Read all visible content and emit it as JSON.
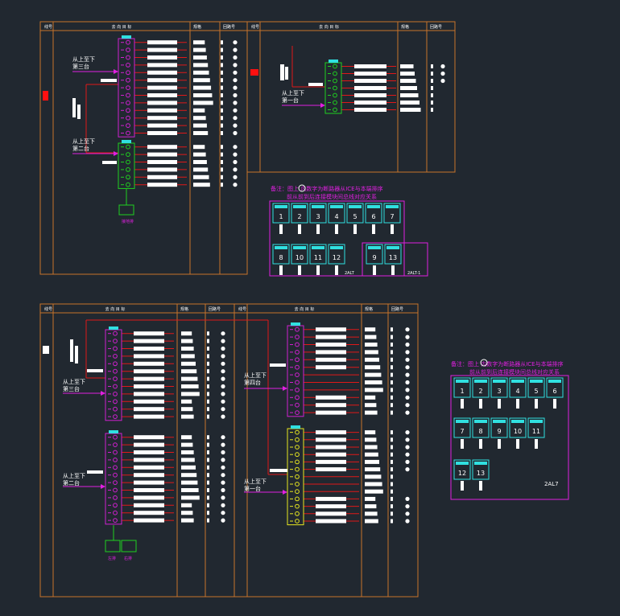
{
  "colors": {
    "background": "#212830",
    "frame": "#c8732a",
    "terminal_magenta": "#d020d0",
    "terminal_green": "#20d020",
    "terminal_yellow": "#e8e820",
    "terminal_cyan": "#30e0e0",
    "wire_red": "#e01818",
    "label_magenta": "#e020e0",
    "text_white": "#ffffff",
    "marker_red": "#ff1010"
  },
  "sheet1": {
    "header": {
      "col1": "线号",
      "col2": "去 向 目 标",
      "col3": "规格",
      "col4": "回路号"
    },
    "labels": [
      "从上至下\n第三台",
      "从上至下\n第二台"
    ],
    "bottom_tag": "接地排"
  },
  "sheet2": {
    "header": {
      "col1": "线号",
      "col2": "去 向 目 标",
      "col3": "规格",
      "col4": "回路号"
    },
    "labels": [
      "从上至下\n第一台"
    ]
  },
  "note1": {
    "line1": "备注：图上   内数字为断路器从ICE与本端排序",
    "line2": "前从前到后连接模块间总线对应关系",
    "breakers_row1": [
      "1",
      "2",
      "3",
      "4",
      "5",
      "6",
      "7"
    ],
    "breakers_row2": [
      "8",
      "10",
      "11",
      "12"
    ],
    "breakers_row3": [
      "9",
      "13"
    ],
    "tag_a": "2ALT",
    "tag_b": "2ALT-1"
  },
  "sheet3": {
    "header": {
      "col1": "线号",
      "col2": "去 向 目 标",
      "col3": "规格",
      "col4": "回路号"
    },
    "labels": [
      "从上至下\n第三台",
      "从上至下\n第二台"
    ],
    "bottom_tags": [
      "左排",
      "右排"
    ]
  },
  "sheet4": {
    "header": {
      "col1": "线号",
      "col2": "去 向 目 标",
      "col3": "规格",
      "col4": "回路号"
    },
    "labels": [
      "从上至下\n第四台",
      "从上至下\n第一台"
    ]
  },
  "note2": {
    "line1": "备注：图上   内数字为断路器从ICE与本端排序",
    "line2": "前从前到后连接模块间总线对应关系",
    "breakers_row1": [
      "1",
      "2",
      "3",
      "4",
      "5",
      "6"
    ],
    "breakers_row2": [
      "7",
      "8",
      "9",
      "10",
      "11"
    ],
    "breakers_row3": [
      "12",
      "13"
    ],
    "tag": "2AL7"
  }
}
